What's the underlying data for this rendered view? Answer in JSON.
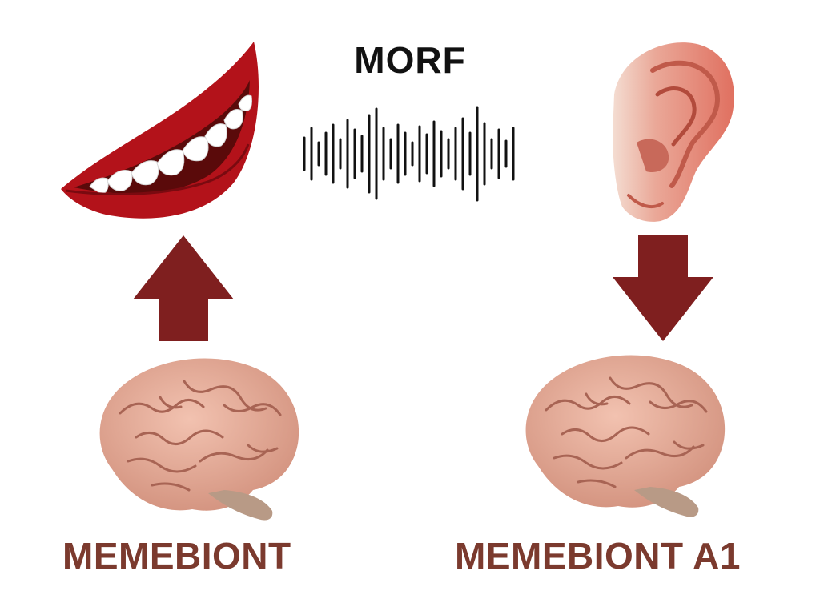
{
  "title": "MORF",
  "left": {
    "label": "MEMEBIONT",
    "icon": "lips-icon",
    "arrow": "arrow-up-icon"
  },
  "right": {
    "label": "MEMEBIONT A1",
    "icon": "ear-icon",
    "arrow": "arrow-down-icon"
  },
  "center_icon": "sound-wave-icon",
  "colors": {
    "arrow": "#7f1f1f",
    "label": "#7b3a2e",
    "lip": "#b3121a",
    "brain": "#e8b0a0",
    "ear": "#e58a78"
  }
}
